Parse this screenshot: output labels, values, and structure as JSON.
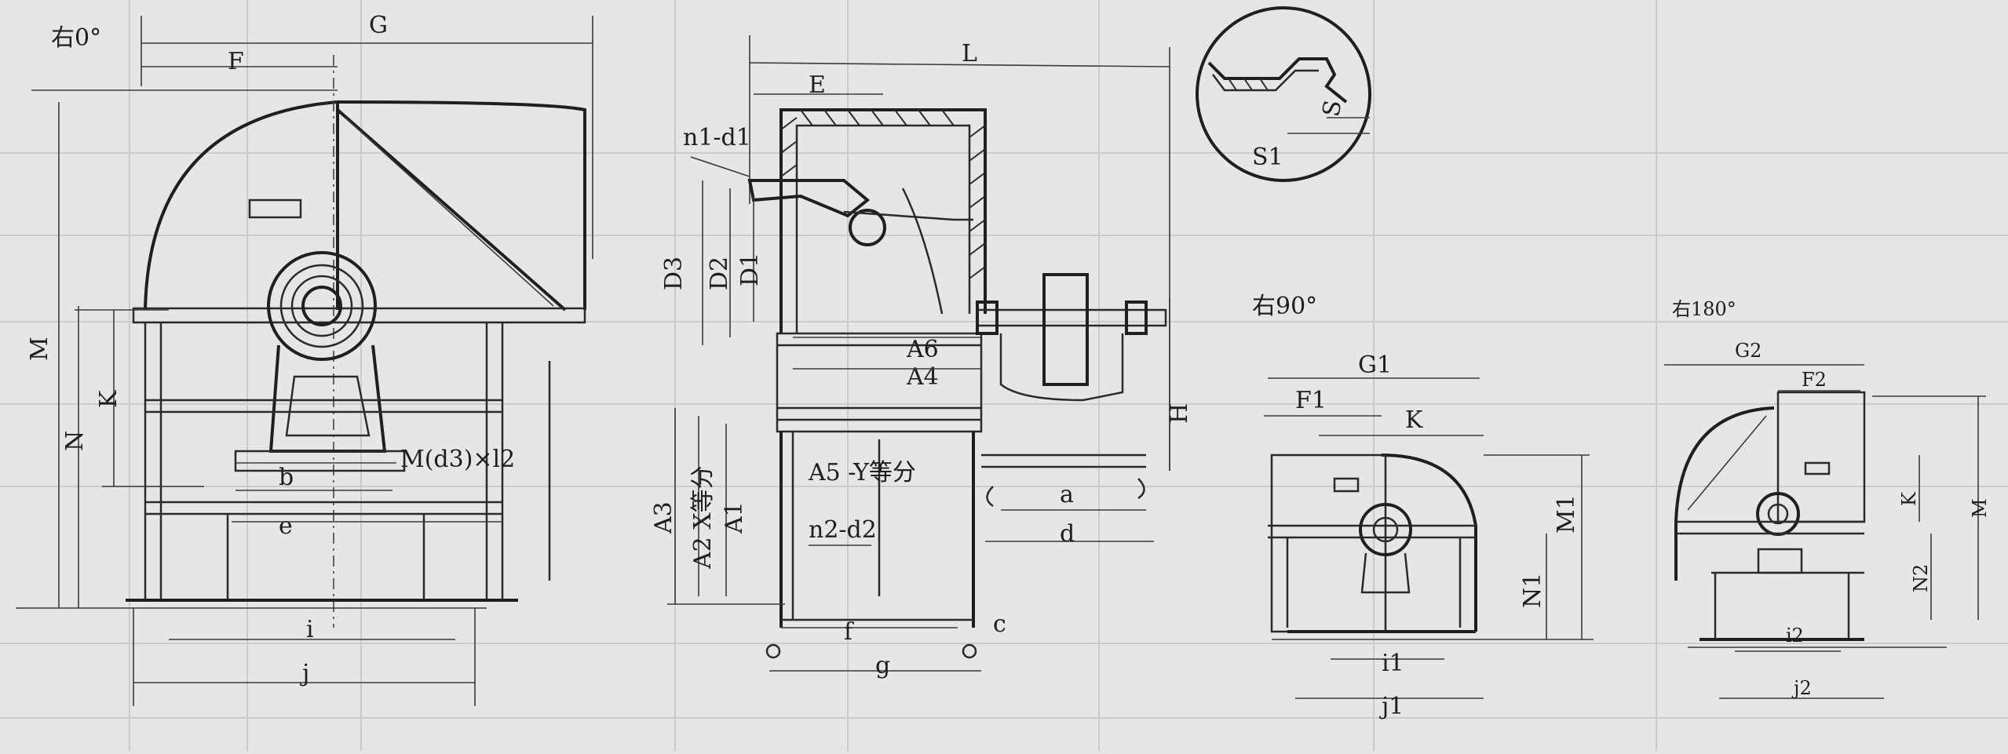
{
  "views": {
    "right_0": {
      "title": "右0°",
      "labels": {
        "G": "G",
        "F": "F",
        "M": "M",
        "N": "N",
        "K": "K",
        "motor": "M(d3)×l2",
        "b": "b",
        "e": "e",
        "i": "i",
        "j": "j"
      }
    },
    "side": {
      "labels": {
        "L": "L",
        "E": "E",
        "n1d1": "n1-d1",
        "D3": "D3",
        "D2": "D2",
        "D1": "D1",
        "A6": "A6",
        "A4": "A4",
        "A3": "A3",
        "A2X": "A2 X等分",
        "A1": "A1",
        "A5Y": "A5 -Y等分",
        "n2d2": "n2-d2",
        "a": "a",
        "d": "d",
        "H": "H",
        "c": "c",
        "f": "f",
        "g": "g"
      }
    },
    "detail": {
      "labels": {
        "S1": "S1",
        "S": "S"
      }
    },
    "right_90": {
      "title": "右90°",
      "labels": {
        "G1": "G1",
        "F1": "F1",
        "K": "K",
        "M1": "M1",
        "N1": "N1",
        "i1": "i1",
        "j1": "j1"
      }
    },
    "right_180": {
      "title": "右180°",
      "labels": {
        "G2": "G2",
        "F2": "F2",
        "K": "K",
        "M": "M",
        "N2": "N2",
        "i2": "i2",
        "j2": "j2"
      }
    }
  }
}
